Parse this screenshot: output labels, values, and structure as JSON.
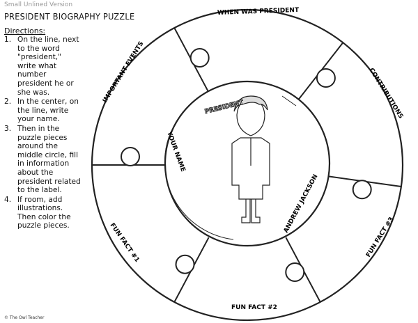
{
  "header": {
    "version": "Small Unlined Version",
    "title": "President Biography Puzzle"
  },
  "directions": {
    "heading": "Directions:",
    "steps": [
      {
        "num": "1.",
        "text": "On the line, next to the word \"president,\" write what number president he or she was."
      },
      {
        "num": "2.",
        "text": "In the center, on the line, write your name."
      },
      {
        "num": "3.",
        "text": "Then in the puzzle pieces around the middle circle, fill in information about the president related to the label."
      },
      {
        "num": "4.",
        "text": "If room, add illustrations. Then color the puzzle pieces."
      }
    ]
  },
  "puzzle": {
    "labels": {
      "when": "WHEN WAS PRESIDENT",
      "contributions": "CONTRIBUTIONS",
      "fun3": "FUN FACT #3",
      "fun2": "FUN FACT #2",
      "fun1": "FUN FACT #1",
      "events": "IMPORTANT EVENTS"
    },
    "center": {
      "heading": "PRESIDENT",
      "your_name": "YOUR NAME",
      "president_name": "ANDREW JACKSON"
    }
  },
  "footer": "© The Owl Teacher"
}
